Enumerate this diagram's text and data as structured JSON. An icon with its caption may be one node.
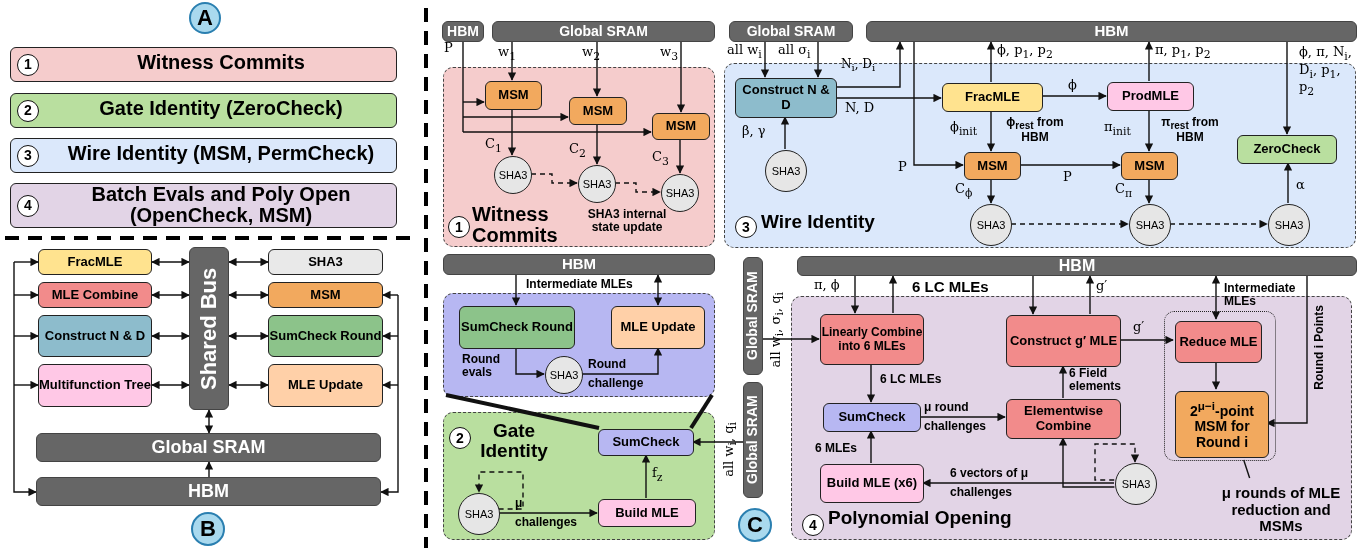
{
  "diagram": {
    "nodes": [
      {
        "text": [
          "A"
        ]
      },
      {
        "text": [
          "1",
          "Witness Commits"
        ]
      },
      {
        "text": [
          "2",
          "Gate Identity (ZeroCheck)"
        ]
      },
      {
        "text": [
          "3",
          "Wire Identity (MSM, PermCheck)"
        ]
      },
      {
        "text": [
          "4",
          "Batch Evals and Poly Open (OpenCheck, MSM)"
        ]
      },
      {
        "text": [
          "FracMLE"
        ]
      },
      {
        "text": [
          "MLE Combine"
        ]
      },
      {
        "text": [
          "Construct N & D"
        ]
      },
      {
        "text": [
          "Multifunction Tree"
        ]
      },
      {
        "text": [
          "Shared Bus"
        ]
      },
      {
        "text": [
          "SHA3"
        ]
      },
      {
        "text": [
          "MSM"
        ]
      },
      {
        "text": [
          "SumCheck Round"
        ]
      },
      {
        "text": [
          "MLE Update"
        ]
      },
      {
        "text": [
          "Global SRAM"
        ]
      },
      {
        "text": [
          "HBM"
        ]
      },
      {
        "text": [
          "B"
        ]
      },
      {
        "text": [
          "HBM"
        ]
      },
      {
        "text": [
          "Global SRAM"
        ]
      },
      {
        "text": [
          "1",
          "Witness Commits"
        ]
      },
      {
        "text": [
          "MSM"
        ],
        "in": 19
      },
      {
        "text": [
          "MSM"
        ],
        "in": 19
      },
      {
        "text": [
          "MSM"
        ],
        "in": 19
      },
      {
        "text": [
          "SHA3"
        ],
        "in": 19
      },
      {
        "text": [
          "SHA3"
        ],
        "in": 19
      },
      {
        "text": [
          "SHA3"
        ],
        "in": 19
      },
      {
        "text": [
          "Global SRAM"
        ]
      },
      {
        "text": [
          "HBM"
        ]
      },
      {
        "text": [
          "3",
          "Wire Identity"
        ]
      },
      {
        "text": [
          "Construct N & D"
        ],
        "in": 28
      },
      {
        "text": [
          "FracMLE"
        ],
        "in": 28
      },
      {
        "text": [
          "ProdMLE"
        ],
        "in": 28
      },
      {
        "text": [
          "ZeroCheck"
        ],
        "in": 28
      },
      {
        "text": [
          "SHA3"
        ],
        "in": 28
      },
      {
        "text": [
          "MSM"
        ],
        "in": 28
      },
      {
        "text": [
          "MSM"
        ],
        "in": 28
      },
      {
        "text": [
          "SHA3"
        ],
        "in": 28
      },
      {
        "text": [
          "SHA3"
        ],
        "in": 28
      },
      {
        "text": [
          "SHA3"
        ],
        "in": 28
      },
      {
        "text": [
          "HBM"
        ]
      },
      {
        "text": [],
        "shape": "box"
      },
      {
        "text": [
          "SumCheck Round"
        ],
        "in": 40
      },
      {
        "text": [
          "MLE Update"
        ],
        "in": 40
      },
      {
        "text": [
          "SHA3"
        ],
        "in": 40
      },
      {
        "text": [
          "2",
          "Gate Identity"
        ]
      },
      {
        "text": [
          "SumCheck"
        ],
        "in": 44
      },
      {
        "text": [
          "SHA3"
        ],
        "in": 44
      },
      {
        "text": [
          "Build MLE"
        ],
        "in": 44
      },
      {
        "text": [
          "Global SRAM"
        ]
      },
      {
        "text": [
          "Global SRAM"
        ]
      },
      {
        "text": [
          "C"
        ]
      },
      {
        "text": [
          "HBM"
        ]
      },
      {
        "text": [
          "4",
          "Polynomial Opening"
        ]
      },
      {
        "text": [
          "Linearly Combine into 6 MLEs"
        ],
        "in": 52
      },
      {
        "text": [
          "Construct g′ MLE"
        ],
        "in": 52
      },
      {
        "text": [],
        "shape": "box",
        "in": 52
      },
      {
        "text": [
          "Reduce MLE"
        ],
        "in": 55
      },
      {
        "text": [
          "2$^{μ−i}$-point MSM for Round i"
        ],
        "in": 55
      },
      {
        "text": [
          "SumCheck"
        ],
        "in": 52
      },
      {
        "text": [
          "Elementwise Combine"
        ],
        "in": 52
      },
      {
        "text": [
          "Build MLE (x6)"
        ],
        "in": 52
      },
      {
        "text": [
          "SHA3"
        ],
        "in": 52
      },
      {
        "text": [
          "μ rounds of MLE reduction and MSMs"
        ],
        "in": 52
      }
    ],
    "edges": [
      {
        "from": 5,
        "to": 9,
        "arrow": "both"
      },
      {
        "from": 6,
        "to": 9,
        "arrow": "both"
      },
      {
        "from": 7,
        "to": 9,
        "arrow": "both"
      },
      {
        "from": 8,
        "to": 9,
        "arrow": "both"
      },
      {
        "from": 9,
        "to": 10,
        "arrow": "both"
      },
      {
        "from": 9,
        "to": 11,
        "arrow": "both"
      },
      {
        "from": 9,
        "to": 12,
        "arrow": "both"
      },
      {
        "from": 9,
        "to": 13,
        "arrow": "both"
      },
      {
        "from": 9,
        "to": 14,
        "arrow": "both"
      },
      {
        "from": 15,
        "to": 14,
        "arrow": "to"
      },
      {
        "from": 15,
        "to": 5,
        "arrow": "both"
      },
      {
        "from": 15,
        "to": 6,
        "arrow": "both"
      },
      {
        "from": 15,
        "to": 7,
        "arrow": "both"
      },
      {
        "from": 15,
        "to": 8,
        "arrow": "both"
      },
      {
        "from": 15,
        "to": 11,
        "arrow": "both"
      },
      {
        "from": 15,
        "to": 12,
        "arrow": "both"
      },
      {
        "from": 15,
        "to": 13,
        "arrow": "both"
      },
      {
        "from": 18,
        "to": 20,
        "arrow": "to",
        "label": "w$_{1}$"
      },
      {
        "from": 18,
        "to": 21,
        "arrow": "to",
        "label": "w$_{2}$"
      },
      {
        "from": 18,
        "to": 22,
        "arrow": "to",
        "label": "w$_{3}$"
      },
      {
        "from": 17,
        "to": 20,
        "arrow": "to",
        "label": "P"
      },
      {
        "from": 17,
        "to": 21,
        "arrow": "to"
      },
      {
        "from": 17,
        "to": 22,
        "arrow": "to"
      },
      {
        "from": 20,
        "to": 23,
        "arrow": "to",
        "label": "C$_{1}$"
      },
      {
        "from": 21,
        "to": 24,
        "arrow": "to",
        "label": "C$_{2}$"
      },
      {
        "from": 22,
        "to": 25,
        "arrow": "to",
        "label": "C$_{3}$"
      },
      {
        "from": 23,
        "to": 24,
        "arrow": "to",
        "style": "dashed"
      },
      {
        "from": 24,
        "to": 25,
        "arrow": "to",
        "style": "dashed"
      },
      {
        "from": 26,
        "to": 29,
        "arrow": "to",
        "label": "all w$_{i}$"
      },
      {
        "from": 26,
        "to": 29,
        "arrow": "to",
        "label": "all σ$_{i}$"
      },
      {
        "from": 29,
        "to": 27,
        "arrow": "to",
        "label": "N$_{i}$, D$_{i}$"
      },
      {
        "from": 29,
        "to": 30,
        "arrow": "to",
        "label": "N, D"
      },
      {
        "from": 30,
        "to": 27,
        "arrow": "to",
        "label": "ϕ, p$_{1}$, p$_{2}$"
      },
      {
        "from": 30,
        "to": 31,
        "arrow": "to",
        "label": "ϕ"
      },
      {
        "from": 31,
        "to": 27,
        "arrow": "to",
        "label": "π, p$_{1}$, p$_{2}$"
      },
      {
        "from": 30,
        "to": 34,
        "arrow": "to",
        "label": "ϕ$_{init}$"
      },
      {
        "from": 27,
        "to": 34,
        "arrow": "to",
        "label": "P"
      },
      {
        "from": 34,
        "to": 35,
        "arrow": "to",
        "label": "P"
      },
      {
        "from": 31,
        "to": 35,
        "arrow": "to",
        "label": "π$_{init}$"
      },
      {
        "from": 27,
        "to": 32,
        "arrow": "to",
        "label": "ϕ, π, N$_{i}$, D$_{i}$, p$_{1}$, p$_{2}$"
      },
      {
        "from": 33,
        "to": 29,
        "arrow": "to",
        "label": "β, γ"
      },
      {
        "from": 34,
        "to": 36,
        "arrow": "to",
        "label": "C$_{ϕ}$"
      },
      {
        "from": 35,
        "to": 37,
        "arrow": "to",
        "label": "C$_{π}$"
      },
      {
        "from": 36,
        "to": 37,
        "arrow": "to",
        "style": "dashed"
      },
      {
        "from": 37,
        "to": 38,
        "arrow": "to",
        "style": "dashed"
      },
      {
        "from": 38,
        "to": 32,
        "arrow": "to",
        "label": "α"
      },
      {
        "from": 39,
        "to": 41,
        "arrow": "to"
      },
      {
        "from": 39,
        "to": 42,
        "arrow": "both",
        "label": "Intermediate MLEs"
      },
      {
        "from": 41,
        "to": 43,
        "arrow": "to",
        "label": "Round evals"
      },
      {
        "from": 43,
        "to": 42,
        "arrow": "to",
        "label": "Round challenge"
      },
      {
        "from": 45,
        "to": 40,
        "arrow": "none",
        "style": "thick"
      },
      {
        "from": 49,
        "to": 45,
        "arrow": "to",
        "label": "all w$_{i}$, q$_{i}$"
      },
      {
        "from": 46,
        "to": 47,
        "arrow": "to",
        "label": "μ challenges"
      },
      {
        "from": 46,
        "to": 46,
        "arrow": "to",
        "style": "dashed"
      },
      {
        "from": 47,
        "to": 45,
        "arrow": "to",
        "label": "f$_{z}$"
      },
      {
        "from": 51,
        "to": 53,
        "arrow": "to",
        "label": "π, ϕ"
      },
      {
        "from": 53,
        "to": 51,
        "arrow": "to",
        "label": "6 LC MLEs"
      },
      {
        "from": 51,
        "to": 54,
        "arrow": "to"
      },
      {
        "from": 54,
        "to": 51,
        "arrow": "to",
        "label": "g′"
      },
      {
        "from": 51,
        "to": 56,
        "arrow": "both",
        "label": "Intermediate MLEs"
      },
      {
        "from": 51,
        "to": 57,
        "arrow": "to",
        "label": "Round i Points"
      },
      {
        "from": 48,
        "to": 53,
        "arrow": "to",
        "label": "all w$_{i}$, σ$_{i}$, q$_{i}$"
      },
      {
        "from": 54,
        "to": 56,
        "arrow": "to",
        "label": "g′"
      },
      {
        "from": 53,
        "to": 58,
        "arrow": "to",
        "label": "6 LC MLEs"
      },
      {
        "from": 58,
        "to": 59,
        "arrow": "to",
        "label": "μ round challenges"
      },
      {
        "from": 59,
        "to": 54,
        "arrow": "to",
        "label": "6 Field elements"
      },
      {
        "from": 56,
        "to": 57,
        "arrow": "to"
      },
      {
        "from": 60,
        "to": 58,
        "arrow": "to",
        "label": "6 MLEs"
      },
      {
        "from": 61,
        "to": 60,
        "arrow": "to",
        "label": "6 vectors of μ challenges"
      },
      {
        "from": 61,
        "to": 59,
        "arrow": "to"
      },
      {
        "from": 61,
        "to": 61,
        "arrow": "to",
        "style": "dashed"
      },
      {
        "from": 62,
        "to": 55,
        "arrow": "none"
      },
      {
        "from": 45,
        "to": 40,
        "arrow": "none",
        "style": "thick"
      }
    ],
    "labels": [
      "SHA3 internal state update",
      "ϕ$_{rest}$ from HBM",
      "π$_{rest}$ from HBM"
    ]
  }
}
